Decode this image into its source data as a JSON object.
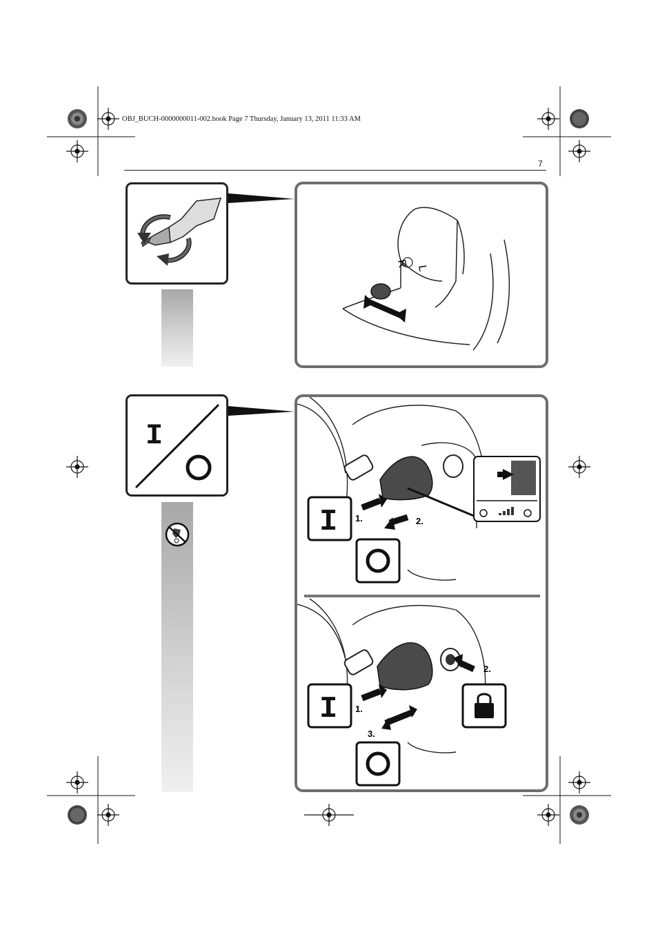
{
  "header": {
    "file_info": "OBJ_BUCH-0000000011-002.book  Page 7  Thursday, January 13, 2011  11:33 AM",
    "page_number": "7"
  },
  "figure1": {
    "switch_letters": [
      "L",
      "R"
    ]
  },
  "figure2": {
    "on_symbol": "I",
    "off_symbol": "O",
    "steps_top": [
      "1.",
      "2."
    ],
    "steps_bottom": [
      "1.",
      "2.",
      "3."
    ]
  },
  "colors": {
    "panel_border": "#6e6e6e",
    "gray_bar_top": "#a8a8a8",
    "gray_bar_bottom": "#f0f0f0",
    "tool_dark": "#4a4a4a"
  }
}
